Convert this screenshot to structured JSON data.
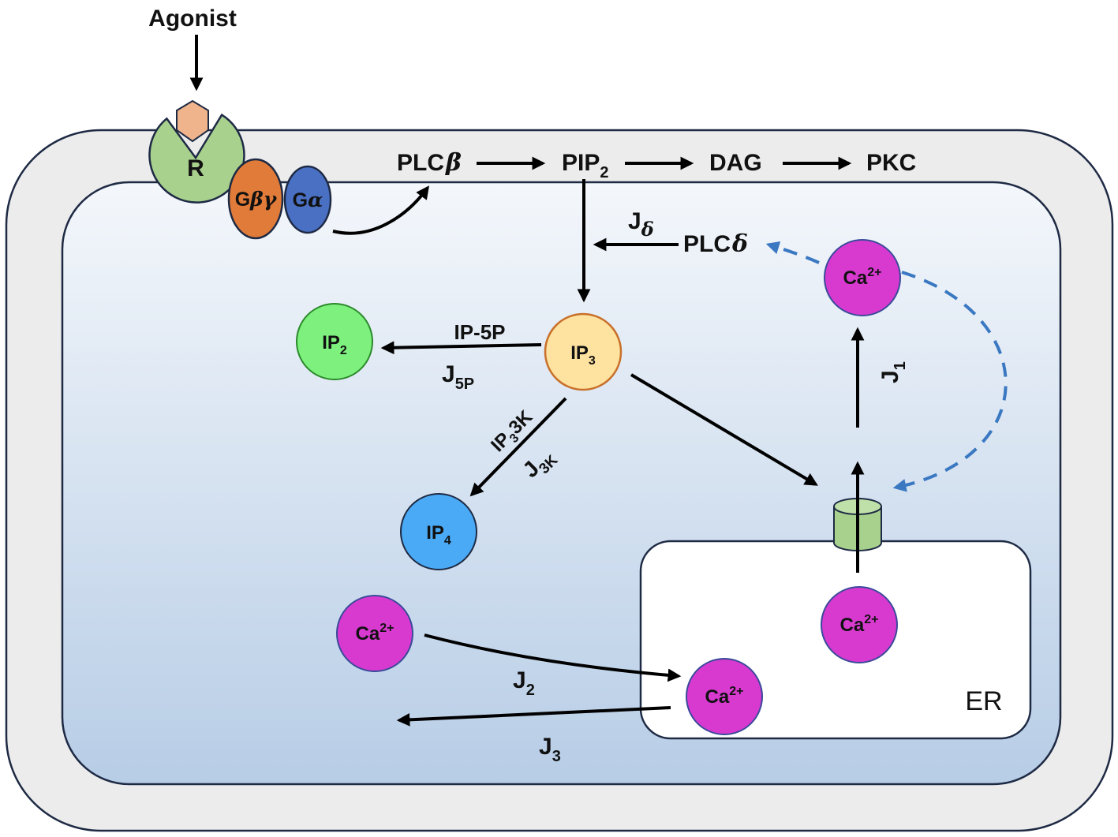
{
  "colors": {
    "cell_outer": "#ececec",
    "cytosol_top": "#f4f7fb",
    "cytosol_bottom": "#b7cde6",
    "er_fill": "#ffffff",
    "receptor": "#a9d18e",
    "ligand": "#f0b48c",
    "g_beta_gamma": "#e07b39",
    "g_alpha": "#4a70c4",
    "ip3": "#fde2a0",
    "ip2": "#7ef07e",
    "ip4": "#4aaaf5",
    "calcium": "#d83ad0",
    "channel": "#a9d18e",
    "feedback_arrow": "#3a78c2"
  },
  "labels": {
    "agonist": "Agonist",
    "receptor": "R",
    "g_beta_gamma_g": "G",
    "g_beta_gamma_greek": "βγ",
    "g_alpha_g": "G",
    "g_alpha_greek": "α",
    "plc_beta_main": "PLC",
    "plc_beta_greek": "β",
    "pip2_main": "PIP",
    "pip2_sub": "2",
    "dag": "DAG",
    "pkc": "PKC",
    "j_delta_main": "J",
    "j_delta_sub": "δ",
    "plc_delta_main": "PLC",
    "plc_delta_greek": "δ",
    "ip3_main": "IP",
    "ip3_sub": "3",
    "ip2_main": "IP",
    "ip2_sub": "2",
    "ip5p": "IP-5P",
    "j5p_main": "J",
    "j5p_sub": "5P",
    "ip33k_a": "IP",
    "ip33k_sub": "3",
    "ip33k_b": "3K",
    "j3k_main": "J",
    "j3k_sub": "3K",
    "ip4_main": "IP",
    "ip4_sub": "4",
    "ca_main": "Ca",
    "ca_sup": "2+",
    "j1_main": "J",
    "j1_sub": "1",
    "j2_main": "J",
    "j2_sub": "2",
    "j3_main": "J",
    "j3_sub": "3",
    "er": "ER"
  }
}
